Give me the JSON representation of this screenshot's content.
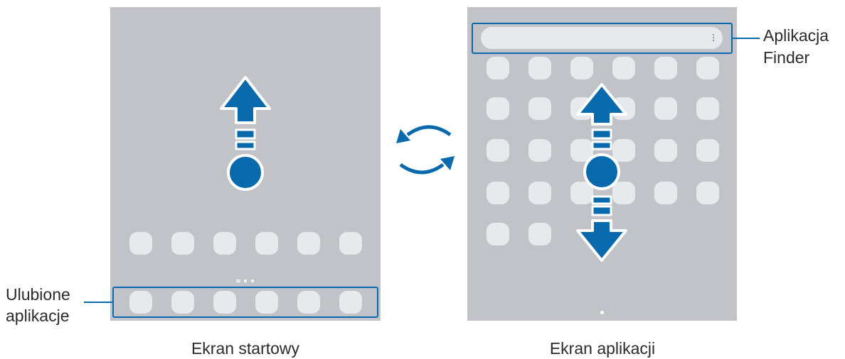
{
  "home_screen": {
    "caption": "Ekran startowy",
    "favorites_label_line1": "Ulubione",
    "favorites_label_line2": "aplikacje"
  },
  "apps_screen": {
    "caption": "Ekran aplikacji",
    "finder_label_line1": "Aplikacja",
    "finder_label_line2": "Finder"
  },
  "colors": {
    "accent": "#0869ac",
    "screen": "#c2c3c8",
    "icon": "#e8e9ec"
  }
}
